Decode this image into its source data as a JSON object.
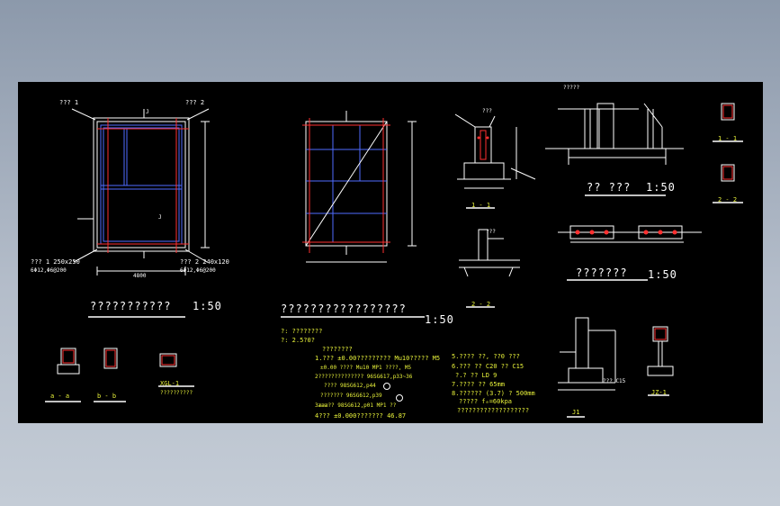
{
  "drawing": {
    "titles": {
      "plan_left": "???????????",
      "plan_left_scale": "1:50",
      "plan_mid": "?????????????????",
      "plan_mid_scale": "1:50",
      "section_top": "?? ???",
      "section_top_scale": "1:50",
      "section_right": "???????",
      "section_right_scale": "1:50",
      "sec_aa": "a - a",
      "sec_bb": "b - b",
      "sec_11": "1 - 1",
      "sec_22": "2 - 2",
      "sec_11b": "1 - 1",
      "sec_22b": "2 - 2",
      "xgl": "XGL-1",
      "xgl_sub": "??????????",
      "j1": "J1",
      "jz": "JZ-1"
    },
    "labels_left": {
      "tl": "??? 1",
      "tr": "??? 2",
      "bl1": "??? 1  250x250",
      "bl2": "6Φ12,Φ6@200",
      "br1": "??? 2  240x120",
      "br2": "6Φ12,Φ6@200",
      "j_top": "J",
      "j_mid": "J",
      "dim_bottom": "4800"
    },
    "notes": {
      "head": "?: ????????",
      "head2": "?: 2.5?0?",
      "sub": "????????",
      "n1": "1.??? ±0.00?????????  Mu10?????  M5",
      "n1b": "±0.00 ????  Mu10 MP1 ????,  M5",
      "n2": "2??????????????     96SG617,p33~36",
      "n2b": "????   98SG612,p44",
      "n3": "???????     96SG612,p39",
      "n3b": "3æææ?? 98SG612,p01 MP1 ??",
      "n4": "4??? ±0.000??????? 46.87",
      "r1": "5.????  ??,  ??0 ???",
      "r1b": "6.???  ?? C20 ?? C15",
      "r1c": "?.?  ?? LD 9",
      "r2": "7.????   ?? 65mm",
      "r3": "8.??????  (3.7)  ? 500mm",
      "r3b": "?????  fₑ=60kpa",
      "r4": "???????????????????"
    },
    "section_labels": {
      "s_top_1": "???",
      "s_top_2": "??? ?",
      "s_top_3": "???",
      "tl_label": "?????",
      "c15": "??? C15"
    }
  }
}
